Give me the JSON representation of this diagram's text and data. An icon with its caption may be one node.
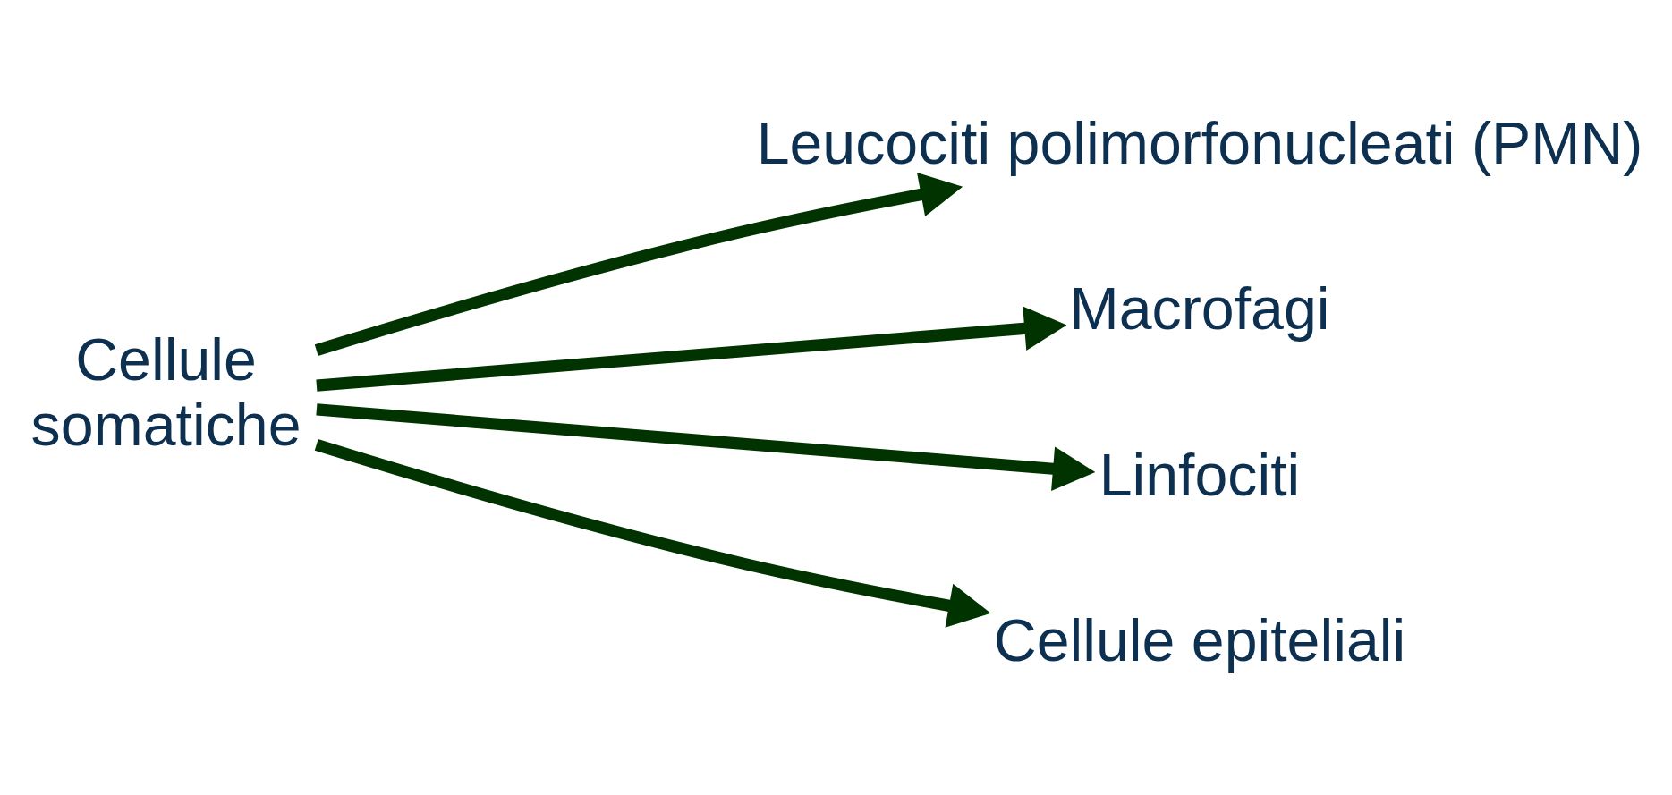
{
  "diagram": {
    "nodes": [
      {
        "text": [
          "Cellule somatiche"
        ]
      },
      {
        "text": [
          "Leucociti polimorfonucleati (PMN)"
        ]
      },
      {
        "text": [
          "Macrofagi"
        ]
      },
      {
        "text": [
          "Linfociti"
        ]
      },
      {
        "text": [
          "Cellule epiteliali"
        ]
      }
    ],
    "edges": [
      {
        "from": 0,
        "to": 1,
        "arrow": "to"
      },
      {
        "from": 0,
        "to": 2,
        "arrow": "to"
      },
      {
        "from": 0,
        "to": 3,
        "arrow": "to"
      },
      {
        "from": 0,
        "to": 4,
        "arrow": "to"
      }
    ]
  }
}
